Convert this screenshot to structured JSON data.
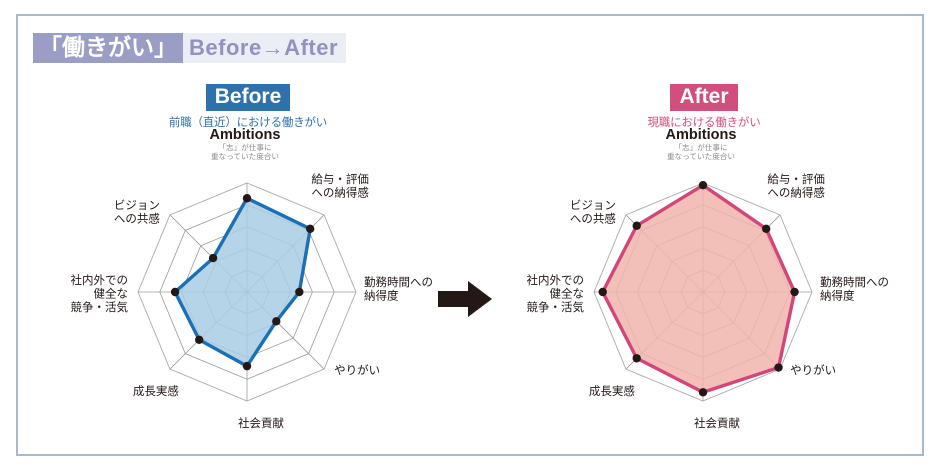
{
  "title": {
    "jp": "「働きがい」",
    "en": "Before→After"
  },
  "colors": {
    "title_jp_bg": "#9a9dc4",
    "title_en_bg": "#eceef5",
    "title_en_text": "#8f93bd",
    "frame": "#a8b8cf",
    "before_accent": "#2f72ab",
    "before_line": "#1a6fb5",
    "before_fill": "#a8cde4",
    "after_accent": "#d24f7d",
    "after_line": "#d2467a",
    "after_fill": "#f0b5ab",
    "grid": "#9b9b9b",
    "point": "#231815",
    "arrow": "#231815"
  },
  "arrow": {
    "icon": "right-arrow-icon"
  },
  "panels": [
    {
      "id": "before",
      "badge": "Before",
      "subtitle": "前職（直近）における働きがい"
    },
    {
      "id": "after",
      "badge": "After",
      "subtitle": "現職における働きがい"
    }
  ],
  "chart_data": [
    {
      "type": "radar",
      "title": "Before",
      "subtitle": "前職（直近）における働きがい",
      "categories": [
        "Ambitions",
        "給与・評価\nへの納得感",
        "勤務時間への\n納得度",
        "やりがい",
        "社会貢献",
        "成長実感",
        "社内外での\n健全な\n競争・活気",
        "ビジョン\nへの共感"
      ],
      "category_notes": {
        "Ambitions": "「志」が仕事に\n重なっていた度合い"
      },
      "values": [
        4.3,
        4.1,
        2.4,
        1.9,
        3.4,
        3.1,
        3.3,
        2.2
      ],
      "rlim": [
        0,
        5
      ],
      "rings": 5,
      "grid": true,
      "legend": "none",
      "line_color": "#1a6fb5",
      "fill_color": "#a8cde4"
    },
    {
      "type": "radar",
      "title": "After",
      "subtitle": "現職における働きがい",
      "categories": [
        "Ambitions",
        "給与・評価\nへの納得感",
        "勤務時間への\n納得度",
        "やりがい",
        "社会貢献",
        "成長実感",
        "社内外での\n健全な\n競争・活気",
        "ビジョン\nへの共感"
      ],
      "category_notes": {
        "Ambitions": "「志」が仕事に\n重なっていた度合い"
      },
      "values": [
        4.9,
        4.1,
        4.2,
        4.9,
        4.6,
        4.3,
        4.6,
        4.3
      ],
      "rlim": [
        0,
        5
      ],
      "rings": 5,
      "grid": true,
      "legend": "none",
      "line_color": "#d2467a",
      "fill_color": "#f0b5ab"
    }
  ],
  "axis_labels": {
    "ambitions": "Ambitions",
    "ambitions_note_1": "「志」が仕事に",
    "ambitions_note_2": "重なっていた度合い",
    "pay_1": "給与・評価",
    "pay_2": "への納得感",
    "hours_1": "勤務時間への",
    "hours_2": "納得度",
    "worth": "やりがい",
    "social": "社会貢献",
    "growth": "成長実感",
    "compete_1": "社内外での",
    "compete_2": "健全な",
    "compete_3": "競争・活気",
    "vision_1": "ビジョン",
    "vision_2": "への共感"
  }
}
